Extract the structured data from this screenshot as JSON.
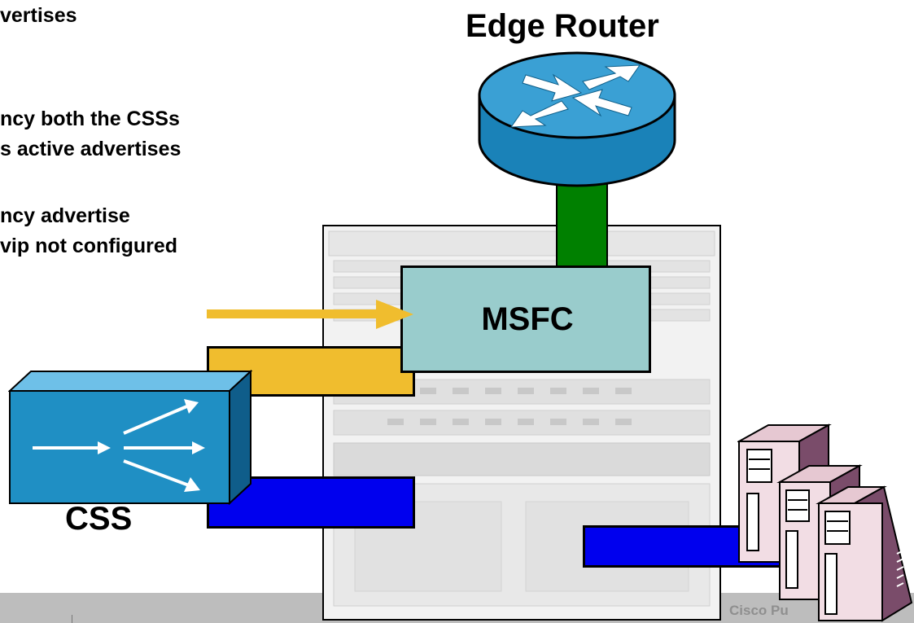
{
  "text": {
    "bullet1": "vertises",
    "bullet2a": "ncy both the CSSs",
    "bullet2b": "s active advertises",
    "bullet3a": "ncy advertise",
    "bullet3b": "vip not configured"
  },
  "diagram": {
    "router_label": "Edge Router",
    "msfc_label": "MSFC",
    "css_label": "CSS"
  },
  "footer": {
    "text": "Cisco Pu"
  },
  "colors": {
    "router": "#1f8fc4",
    "msfc": "#99cccc",
    "yellow": "#f0bd2e",
    "blue": "#0000ee",
    "green": "#008000",
    "footer_bar": "#bdbdbd"
  }
}
